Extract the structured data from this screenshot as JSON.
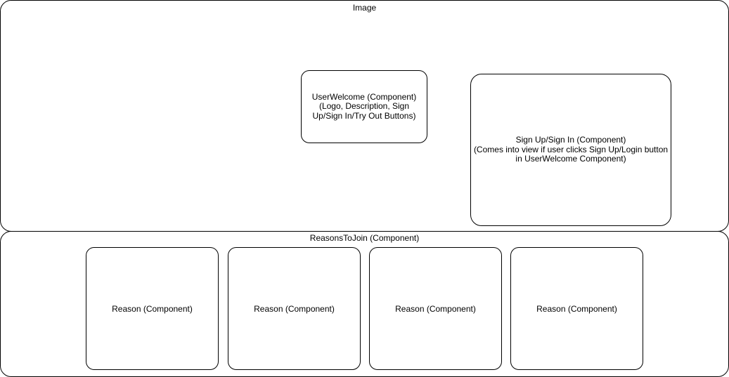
{
  "image_container": {
    "label": "Image"
  },
  "user_welcome": {
    "lines": [
      "UserWelcome (Component)",
      "(Logo, Description, Sign",
      "Up/Sign In/Try Out Buttons)"
    ]
  },
  "signup_signin": {
    "lines": [
      "Sign Up/Sign In (Component)",
      "(Comes into view if user clicks Sign Up/Login button",
      "in UserWelcome Component)"
    ]
  },
  "reasons_container": {
    "label": "ReasonsToJoin (Component)",
    "reasons": [
      {
        "label": "Reason (Component)"
      },
      {
        "label": "Reason (Component)"
      },
      {
        "label": "Reason (Component)"
      },
      {
        "label": "Reason (Component)"
      }
    ]
  }
}
